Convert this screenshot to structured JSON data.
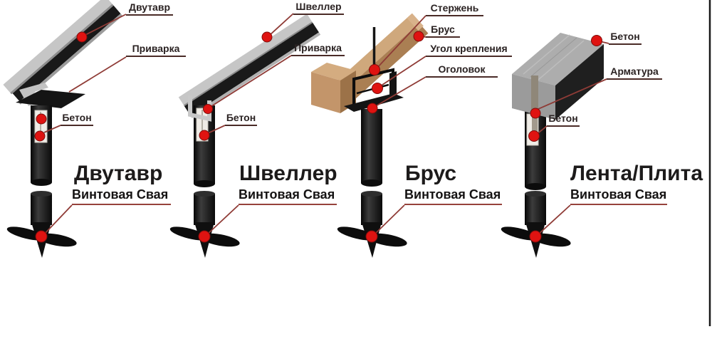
{
  "palette": {
    "background": "#ffffff",
    "marker_red": "#df1311",
    "leader_line": "#8f3b36",
    "label_text": "#2a2222",
    "label_underline": "#4a2b27",
    "subtitle_underline": "#96423c",
    "steel_light": "#c6c6c6",
    "steel_dark": "#191919",
    "wood_light": "#cfa87c",
    "wood_mid": "#c09268",
    "wood_dark": "#9c7248",
    "concrete_light": "#adadad",
    "concrete_dark": "#1f1f1f",
    "pile_black": "#1b1b1b"
  },
  "columns": [
    {
      "title": "Двутавр",
      "subtitle": "Винтовая Свая",
      "callouts": [
        {
          "text": "Двутавр"
        },
        {
          "text": "Приварка"
        },
        {
          "text": "Бетон"
        }
      ]
    },
    {
      "title": "Швеллер",
      "subtitle": "Винтовая Свая",
      "callouts": [
        {
          "text": "Швеллер"
        },
        {
          "text": "Приварка"
        },
        {
          "text": "Бетон"
        }
      ]
    },
    {
      "title": "Брус",
      "subtitle": "Винтовая Свая",
      "callouts": [
        {
          "text": "Стержень"
        },
        {
          "text": "Брус"
        },
        {
          "text": "Угол крепления"
        },
        {
          "text": "Оголовок"
        }
      ]
    },
    {
      "title": "Лента/Плита",
      "subtitle": "Винтовая Свая",
      "callouts": [
        {
          "text": "Бетон"
        },
        {
          "text": "Арматура"
        },
        {
          "text": "Бетон"
        }
      ]
    }
  ]
}
